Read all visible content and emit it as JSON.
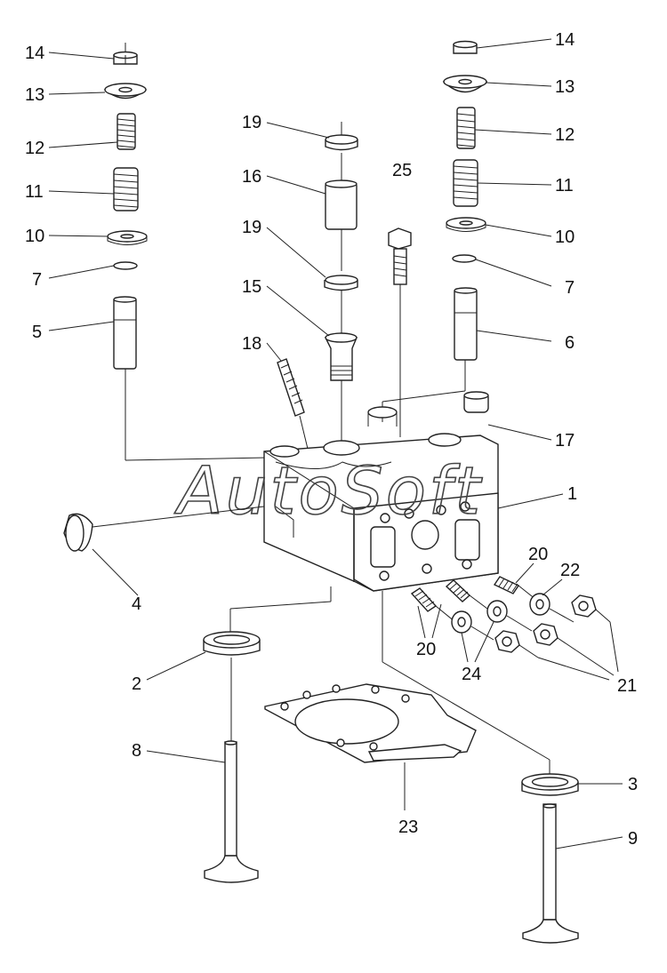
{
  "watermark": "AutoSoft",
  "labels": {
    "l14a": "14",
    "l13a": "13",
    "l12a": "12",
    "l11a": "11",
    "l10a": "10",
    "l7a": "7",
    "l5": "5",
    "l19a": "19",
    "l16": "16",
    "l19b": "19",
    "l15": "15",
    "l18": "18",
    "l25": "25",
    "l14b": "14",
    "l13b": "13",
    "l12b": "12",
    "l11b": "11",
    "l10b": "10",
    "l7b": "7",
    "l6": "6",
    "l17": "17",
    "l1": "1",
    "l4": "4",
    "l20a": "20",
    "l22": "22",
    "l20b": "20",
    "l24": "24",
    "l21": "21",
    "l2": "2",
    "l8": "8",
    "l23": "23",
    "l3": "3",
    "l9": "9"
  }
}
